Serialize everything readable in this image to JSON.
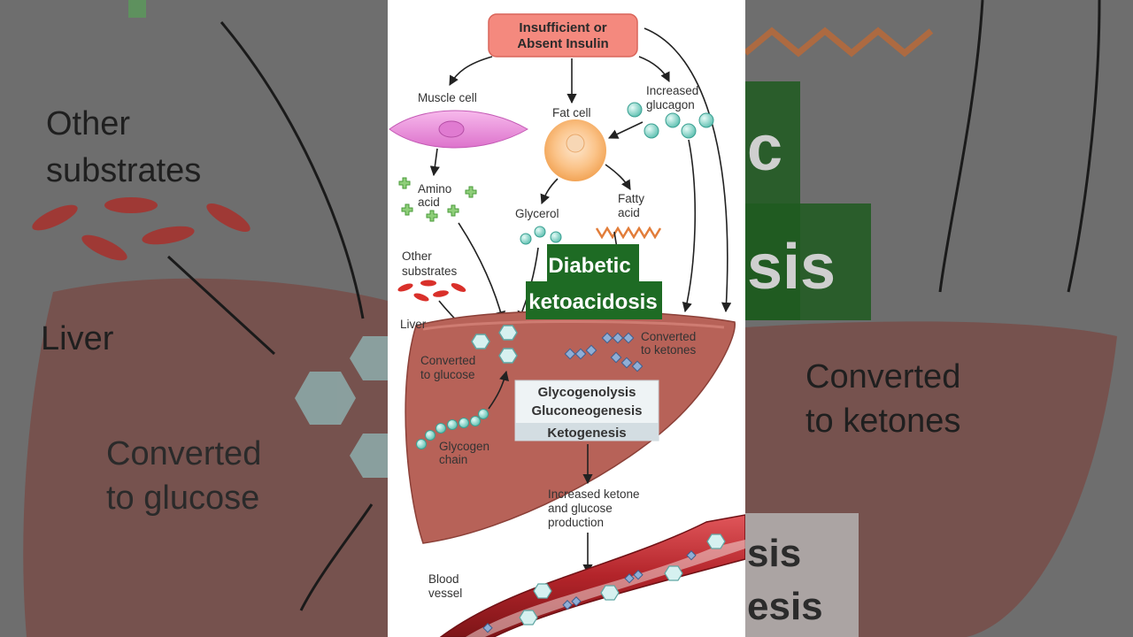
{
  "top_box": {
    "line1": "Insufficient or",
    "line2": "Absent Insulin"
  },
  "muscle_cell": "Muscle cell",
  "fat_cell": "Fat cell",
  "glucagon": {
    "line1": "Increased",
    "line2": "glucagon"
  },
  "amino_acid": {
    "line1": "Amino",
    "line2": "acid"
  },
  "glycerol": "Glycerol",
  "fatty_acid": {
    "line1": "Fatty",
    "line2": "acid"
  },
  "other_substrates": {
    "line1": "Other",
    "line2": "substrates"
  },
  "liver": "Liver",
  "converted_glucose": {
    "line1": "Converted",
    "line2": "to glucose"
  },
  "converted_ketones": {
    "line1": "Converted",
    "line2": "to ketones"
  },
  "processes": {
    "p1": "Glycogenolysis",
    "p2": "Gluconeogenesis",
    "p3": "Ketogenesis"
  },
  "glycogen_chain": {
    "line1": "Glycogen",
    "line2": "chain"
  },
  "increased_production": {
    "line1": "Increased ketone",
    "line2": "and glucose",
    "line3": "production"
  },
  "blood_vessel": {
    "line1": "Blood",
    "line2": "vessel"
  },
  "overlay_title": {
    "line1": "Diabetic",
    "line2": "ketoacidosis"
  },
  "colors": {
    "overlay_green": "#1e6b24",
    "top_box": "#f4897e",
    "liver": "#b76258",
    "vessel": "#b3242a"
  }
}
